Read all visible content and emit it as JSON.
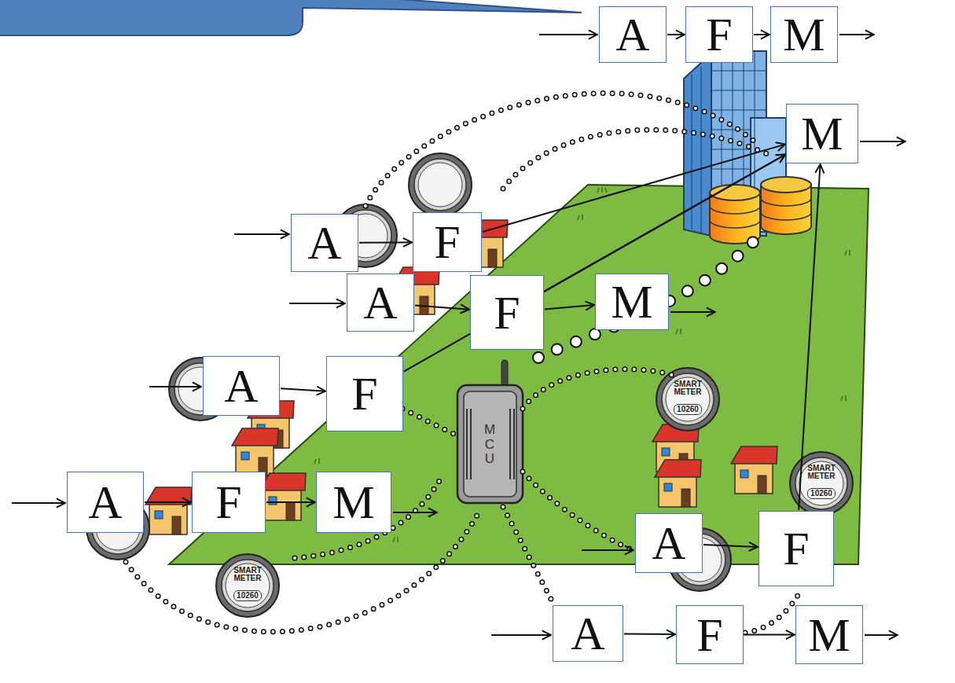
{
  "diagram": {
    "nodes": [
      {
        "text": [
          "A"
        ]
      },
      {
        "text": [
          "F"
        ]
      },
      {
        "text": [
          "M"
        ]
      },
      {
        "text": [
          "M"
        ]
      },
      {
        "text": [
          "A"
        ]
      },
      {
        "text": [
          "F"
        ]
      },
      {
        "text": [
          "A"
        ]
      },
      {
        "text": [
          "F"
        ]
      },
      {
        "text": [
          "M"
        ]
      },
      {
        "text": [
          "A"
        ]
      },
      {
        "text": [
          "F"
        ]
      },
      {
        "text": [
          "A"
        ]
      },
      {
        "text": [
          "F"
        ]
      },
      {
        "text": [
          "M"
        ]
      },
      {
        "text": [
          "A"
        ]
      },
      {
        "text": [
          "F"
        ]
      },
      {
        "text": [
          "A"
        ]
      },
      {
        "text": [
          "F"
        ]
      },
      {
        "text": [
          "M"
        ]
      }
    ],
    "edges": [
      {
        "from": 0,
        "to": 1,
        "arrow": "to"
      },
      {
        "from": 1,
        "to": 2,
        "arrow": "to"
      },
      {
        "from": 4,
        "to": 5,
        "arrow": "to"
      },
      {
        "from": 5,
        "to": 3,
        "arrow": "to"
      },
      {
        "from": 6,
        "to": 7,
        "arrow": "to"
      },
      {
        "from": 7,
        "to": 8,
        "arrow": "to"
      },
      {
        "from": 7,
        "to": 3,
        "arrow": "to"
      },
      {
        "from": 9,
        "to": 10,
        "arrow": "to"
      },
      {
        "from": 10,
        "to": 3,
        "arrow": "to"
      },
      {
        "from": 11,
        "to": 12,
        "arrow": "to"
      },
      {
        "from": 12,
        "to": 13,
        "arrow": "to"
      },
      {
        "from": 14,
        "to": 15,
        "arrow": "to"
      },
      {
        "from": 15,
        "to": 3,
        "arrow": "to"
      },
      {
        "from": 16,
        "to": 17,
        "arrow": "to"
      },
      {
        "from": 17,
        "to": 18,
        "arrow": "to"
      }
    ],
    "labels": [
      "SMART METER",
      "10260",
      "MCU",
      "SMART METER",
      "10260",
      "SMART METER",
      "10260"
    ]
  }
}
